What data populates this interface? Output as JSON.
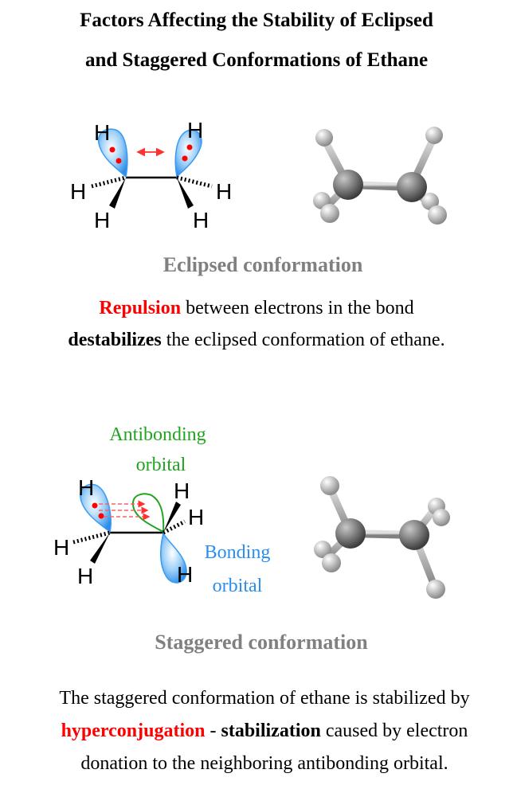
{
  "title": {
    "line1": "Factors Affecting the Stability of Eclipsed",
    "line2": "and Staggered Conformations of Ethane"
  },
  "eclipsed": {
    "caption": "Eclipsed conformation",
    "atom_label": "H",
    "sentence": {
      "highlight": "Repulsion",
      "rest1": " between electrons in the bond",
      "bold": "destabilizes",
      "rest2": " the eclipsed conformation of ethane."
    }
  },
  "staggered": {
    "caption": "Staggered conformation",
    "atom_label": "H",
    "antibonding_label": [
      "Antibonding",
      "orbital"
    ],
    "bonding_label": [
      "Bonding",
      "orbital"
    ],
    "sentence": {
      "line1": "The staggered conformation of ethane is stabilized by",
      "highlight": "hyperconjugation",
      "sep": " - ",
      "bold": "stabilization",
      "rest": " caused by electron",
      "line3": "donation to the neighboring antibonding orbital."
    }
  },
  "colors": {
    "lobe": "#3a9bf0",
    "electron": "#ff0000",
    "antibonding": "#1fa51f",
    "caption": "#808080"
  }
}
